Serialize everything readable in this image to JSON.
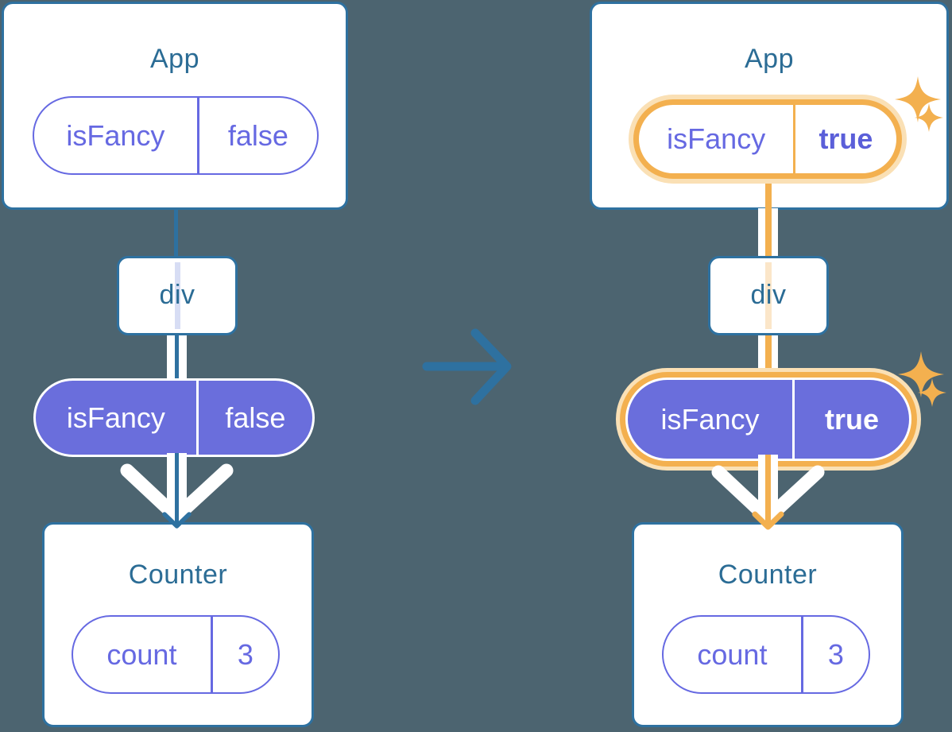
{
  "diagram_title": "Prop flow diagram: isFancy passed from App through div to Counter (before and after toggle)",
  "colors": {
    "background": "#4C6470",
    "card_border_blue": "#2E71A0",
    "title_text_blue": "#2B6C95",
    "purple_accent": "#6669E2",
    "purple_fill": "#6A6EDC",
    "orange_highlight": "#F3B04F",
    "orange_glow": "#FAE0B5",
    "faint_lavender": "#D7DDF4",
    "faint_peach": "#FBE6C9",
    "white": "#FFFFFF"
  },
  "icons": {
    "center_arrow": "right-arrow",
    "sparkle": "four-point-star",
    "down_arrow_white": "big-white-chevron",
    "down_arrow_core": "thin-arrowhead"
  },
  "left_tree": {
    "app": {
      "title": "App",
      "prop": {
        "name": "isFancy",
        "value": "false"
      }
    },
    "div": {
      "label": "div"
    },
    "passed_prop": {
      "name": "isFancy",
      "value": "false"
    },
    "counter": {
      "title": "Counter",
      "state": {
        "name": "count",
        "value": "3"
      }
    }
  },
  "right_tree": {
    "app": {
      "title": "App",
      "prop": {
        "name": "isFancy",
        "value": "true"
      }
    },
    "div": {
      "label": "div"
    },
    "passed_prop": {
      "name": "isFancy",
      "value": "true"
    },
    "counter": {
      "title": "Counter",
      "state": {
        "name": "count",
        "value": "3"
      }
    }
  }
}
